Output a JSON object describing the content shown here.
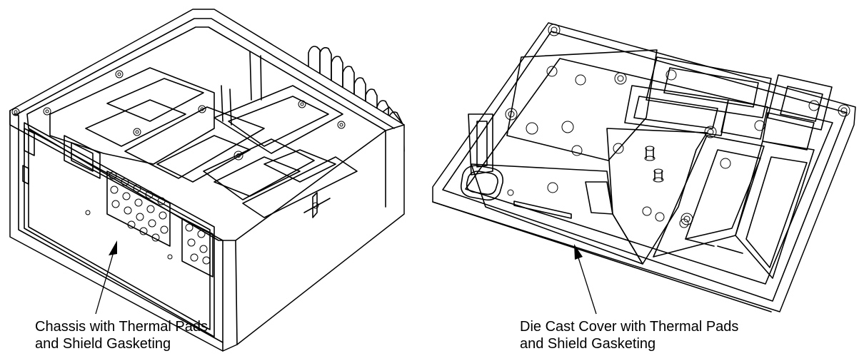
{
  "labels": {
    "chassis": {
      "line1": "Chassis with Thermal Pads",
      "line2": "and Shield Gasketing"
    },
    "cover": {
      "line1": "Die Cast Cover with Thermal Pads",
      "line2": "and Shield Gasketing"
    }
  }
}
